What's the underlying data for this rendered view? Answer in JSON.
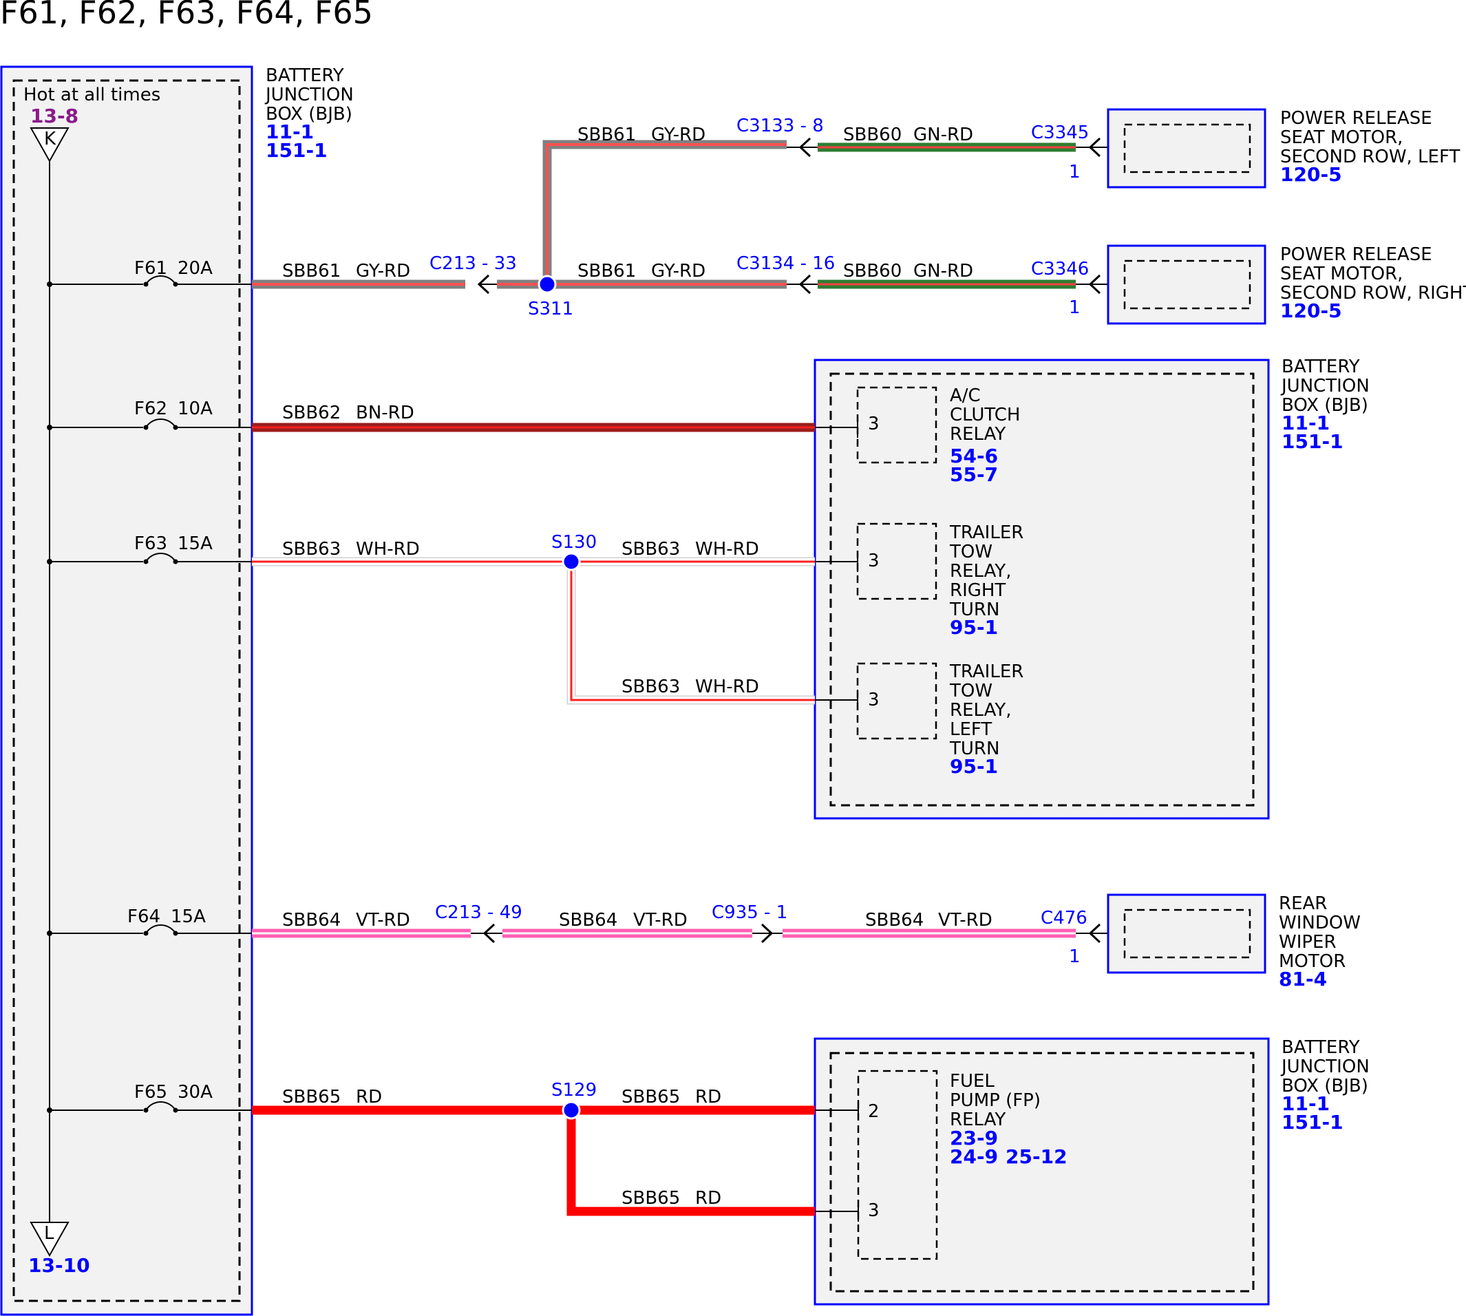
{
  "title": "F61, F62, F63, F64, F65",
  "colors": {
    "frame": "#0000ff",
    "panel": "#f2f2f2",
    "gy_rd": [
      "#808080",
      "#ff0000"
    ],
    "gn_rd": [
      "#2e7d32",
      "#ff0000"
    ],
    "bn_rd": [
      "#9b1c1c",
      "#ff0000"
    ],
    "wh_rd": [
      "#ffffff",
      "#ff0000"
    ],
    "vt_rd": [
      "#ff5fb4",
      "#ffffff"
    ],
    "rd": [
      "#ff0000",
      "#ff0000"
    ]
  },
  "left_box": {
    "hot_label": "Hot at all times",
    "hot_ref": "13-8",
    "k_label": "K",
    "l_label": "L",
    "bottom_ref": "13-10",
    "name_lines": [
      "BATTERY",
      "JUNCTION",
      "BOX (BJB)"
    ],
    "refs": [
      "11-1",
      "151-1"
    ]
  },
  "fuses": [
    {
      "id": "F61",
      "rating": "20A"
    },
    {
      "id": "F62",
      "rating": "10A"
    },
    {
      "id": "F63",
      "rating": "15A"
    },
    {
      "id": "F64",
      "rating": "15A"
    },
    {
      "id": "F65",
      "rating": "30A"
    }
  ],
  "wires": {
    "w61a": {
      "circuit": "SBB61",
      "color": "GY-RD"
    },
    "w61b": {
      "circuit": "SBB61",
      "color": "GY-RD"
    },
    "w61c": {
      "circuit": "SBB61",
      "color": "GY-RD"
    },
    "w60a": {
      "circuit": "SBB60",
      "color": "GN-RD"
    },
    "w60b": {
      "circuit": "SBB60",
      "color": "GN-RD"
    },
    "w62": {
      "circuit": "SBB62",
      "color": "BN-RD"
    },
    "w63a": {
      "circuit": "SBB63",
      "color": "WH-RD"
    },
    "w63b": {
      "circuit": "SBB63",
      "color": "WH-RD"
    },
    "w63c": {
      "circuit": "SBB63",
      "color": "WH-RD"
    },
    "w64a": {
      "circuit": "SBB64",
      "color": "VT-RD"
    },
    "w64b": {
      "circuit": "SBB64",
      "color": "VT-RD"
    },
    "w64c": {
      "circuit": "SBB64",
      "color": "VT-RD"
    },
    "w65a": {
      "circuit": "SBB65",
      "color": "RD"
    },
    "w65b": {
      "circuit": "SBB65",
      "color": "RD"
    },
    "w65c": {
      "circuit": "SBB65",
      "color": "RD"
    }
  },
  "connectors": {
    "c213_33": "C213 - 33",
    "c3133": "C3133 - 8",
    "c3134": "C3134 - 16",
    "c3345": "C3345",
    "c3345_pin": "1",
    "c3346": "C3346",
    "c3346_pin": "1",
    "c213_49": "C213 - 49",
    "c935": "C935 - 1",
    "c476": "C476",
    "c476_pin": "1"
  },
  "splices": {
    "s311": "S311",
    "s130": "S130",
    "s129": "S129"
  },
  "components": {
    "seat_left": {
      "lines": [
        "POWER RELEASE",
        "SEAT MOTOR,",
        "SECOND ROW, LEFT"
      ],
      "ref": "120-5"
    },
    "seat_right": {
      "lines": [
        "POWER RELEASE",
        "SEAT MOTOR,",
        "SECOND ROW, RIGHT"
      ],
      "ref": "120-5"
    },
    "bjb_mid": {
      "name_lines": [
        "BATTERY",
        "JUNCTION",
        "BOX (BJB)"
      ],
      "refs": [
        "11-1",
        "151-1"
      ],
      "ac_relay": {
        "lines": [
          "A/C",
          "CLUTCH",
          "RELAY"
        ],
        "refs": [
          "54-6",
          "55-7"
        ],
        "pin": "3"
      },
      "tt_right": {
        "lines": [
          "TRAILER",
          "TOW",
          "RELAY,",
          "RIGHT",
          "TURN"
        ],
        "ref": "95-1",
        "pin": "3"
      },
      "tt_left": {
        "lines": [
          "TRAILER",
          "TOW",
          "RELAY,",
          "LEFT",
          "TURN"
        ],
        "ref": "95-1",
        "pin": "3"
      }
    },
    "wiper": {
      "lines": [
        "REAR",
        "WINDOW",
        "WIPER",
        "MOTOR"
      ],
      "ref": "81-4"
    },
    "bjb_bot": {
      "name_lines": [
        "BATTERY",
        "JUNCTION",
        "BOX (BJB)"
      ],
      "refs": [
        "11-1",
        "151-1"
      ],
      "fp_relay": {
        "lines": [
          "FUEL",
          "PUMP (FP)",
          "RELAY"
        ],
        "refs": [
          "23-9",
          "24-9",
          "25-12"
        ],
        "pin_a": "2",
        "pin_b": "3"
      }
    }
  }
}
